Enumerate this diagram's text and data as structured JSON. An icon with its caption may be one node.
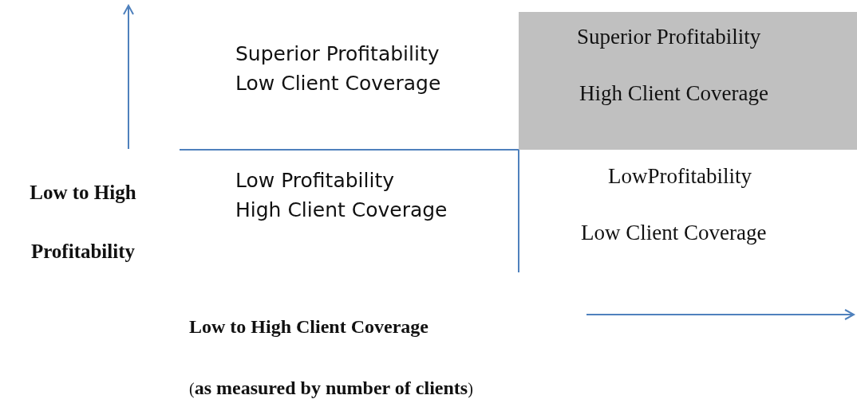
{
  "diagram": {
    "nodes": [
      {
        "text": [
          "Superior Profitability",
          "Low Client Coverage"
        ]
      },
      {
        "text": [
          "Superior Profitability",
          "High Client Coverage"
        ]
      },
      {
        "text": [
          "Low Profitability",
          "High Client Coverage"
        ]
      },
      {
        "text": [
          "LowProfitability",
          "Low Client Coverage"
        ]
      }
    ],
    "edges": [],
    "labels": [
      "Low to High Profitability",
      "Low to High Client Coverage",
      "(**as measured by number of clients**)"
    ]
  }
}
